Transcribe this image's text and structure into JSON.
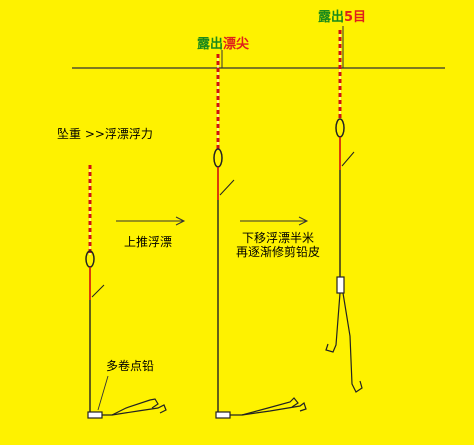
{
  "titles": {
    "middle": {
      "prefix": "露出",
      "highlight": "漂尖"
    },
    "right": {
      "prefix": "露出",
      "highlight": "5目"
    }
  },
  "labels": {
    "weight_step": "坠重 >>浮漂浮力",
    "push_up": "上推浮漂",
    "move_down_line1": "下移浮漂半米",
    "move_down_line2": "再逐渐修剪铅皮",
    "more_lead": "多卷点铅"
  },
  "colors": {
    "background": "#fef200",
    "title_green": "#1a8a1a",
    "title_red": "#e0201a",
    "line": "#202020",
    "float_dash_red": "#d01010",
    "float_dash_white": "#ffffff"
  }
}
